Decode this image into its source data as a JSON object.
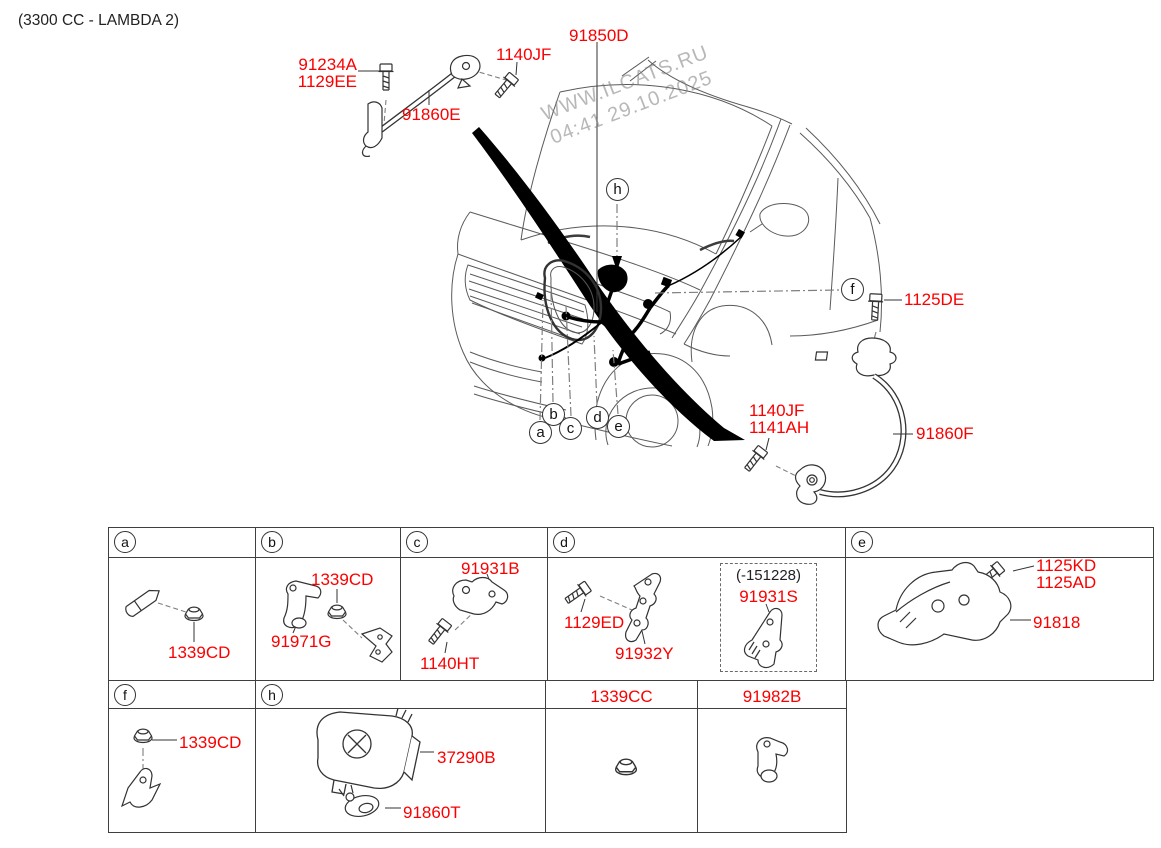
{
  "title": "(3300 CC - LAMBDA 2)",
  "watermark": {
    "line1": "WWW.ILCATS.RU",
    "line2": "04:41 29.10.2025"
  },
  "colors": {
    "accent": "#fb0000",
    "car_line": "#5a5a5a",
    "part_line": "#333333",
    "harness": "#000000"
  },
  "diagram": {
    "labels": {
      "bolt_top_left_1": "91234A",
      "bolt_top_left_2": "1129EE",
      "cable_top": "91860E",
      "bolt_top": "1140JF",
      "battery_wiring": "91850D",
      "bolt_right": "1125DE",
      "bolt_lower_right_1": "1140JF",
      "bolt_lower_right_2": "1141AH",
      "ground_cable": "91860F"
    },
    "callouts": {
      "a": "a",
      "b": "b",
      "c": "c",
      "d": "d",
      "e": "e",
      "f": "f",
      "h": "h"
    }
  },
  "table": {
    "cell_a": {
      "callout": "a",
      "part1": "1339CD"
    },
    "cell_b": {
      "callout": "b",
      "part1": "1339CD",
      "part2": "91971G"
    },
    "cell_c": {
      "callout": "c",
      "part1": "91931B",
      "part2": "1140HT"
    },
    "cell_d": {
      "callout": "d",
      "part1": "1129ED",
      "part2": "91932Y",
      "variant_note": "(-151228)",
      "part3": "91931S"
    },
    "cell_e": {
      "callout": "e",
      "part1": "1125KD",
      "part2": "1125AD",
      "part3": "91818"
    },
    "cell_f": {
      "callout": "f",
      "part1": "1339CD"
    },
    "cell_h": {
      "callout": "h",
      "part1": "37290B",
      "part2": "91860T"
    },
    "cell_nut": {
      "header": "1339CC"
    },
    "cell_clip": {
      "header": "91982B"
    }
  }
}
